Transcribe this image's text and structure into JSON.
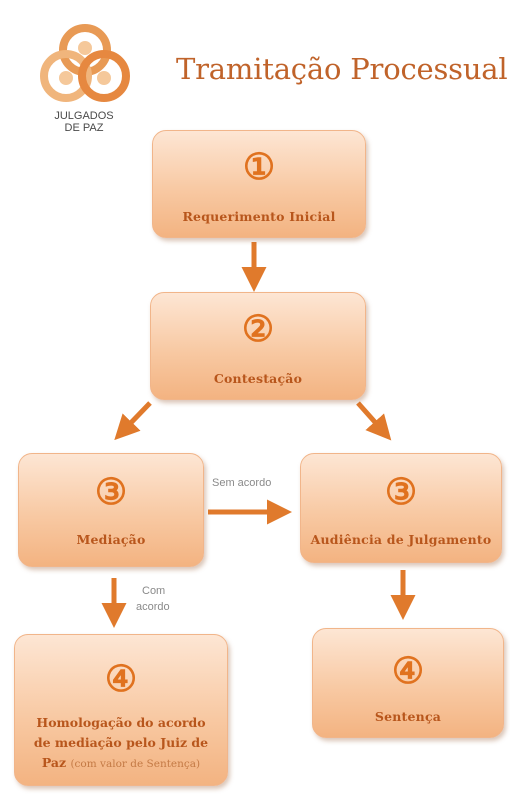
{
  "logo": {
    "line1": "JULGADOS",
    "line2": "DE PAZ"
  },
  "title": "Tramitação Processual",
  "nodes": {
    "n1": {
      "number": "①",
      "label": "Requerimento Inicial"
    },
    "n2": {
      "number": "②",
      "label": "Contestação"
    },
    "n3a": {
      "number": "③",
      "label": "Mediação"
    },
    "n3b": {
      "number": "③",
      "label": "Audiência de Julgamento"
    },
    "n4a": {
      "number": "④",
      "line1": "Homologação do acordo",
      "line2": "de mediação pelo Juiz de",
      "line3": "Paz",
      "note": "(com valor de Sentença)"
    },
    "n4b": {
      "number": "④",
      "label": "Sentença"
    }
  },
  "edges": {
    "sem_acordo": "Sem acordo",
    "com_acordo_1": "Com",
    "com_acordo_2": "acordo"
  },
  "colors": {
    "arrow": "#e07a2c",
    "box_border": "#f1b58a",
    "title": "#c0632a"
  }
}
